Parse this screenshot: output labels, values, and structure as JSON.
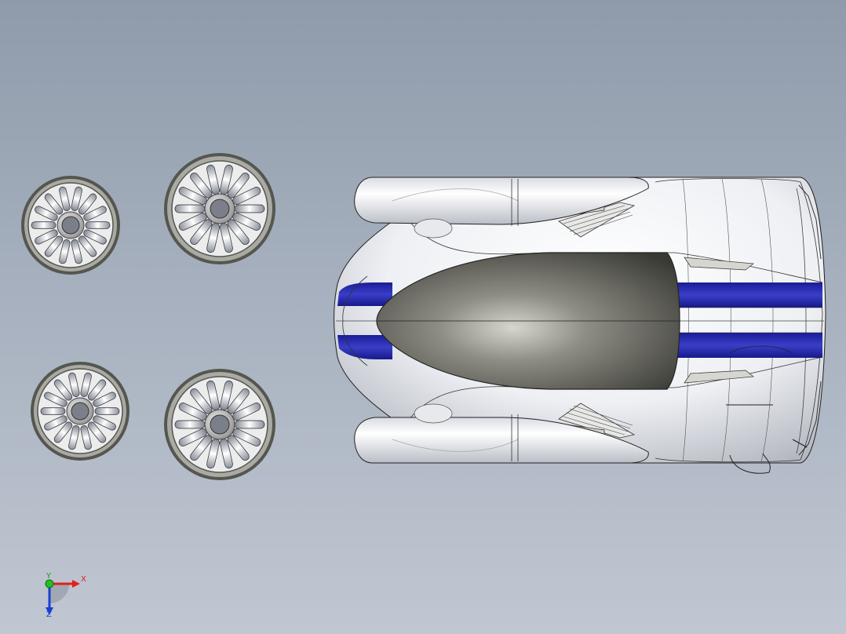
{
  "viewport": {
    "background_top": "#8f9bab",
    "background_bottom": "#c0c7d2",
    "model": "race-car-with-four-wheels-top-view"
  },
  "colors": {
    "stripe": "#1f22a6",
    "body": "#f2f3f6",
    "canopy": "#55554f",
    "rim": "#8b8b84",
    "axis_x": "#e0201a",
    "axis_y": "#1a9a1a",
    "axis_z": "#1a3fd0"
  },
  "triad": {
    "x_label": "X",
    "y_label": "Y",
    "z_label": "Z"
  },
  "icons": {
    "orientation": "coordinate-triad-icon"
  }
}
